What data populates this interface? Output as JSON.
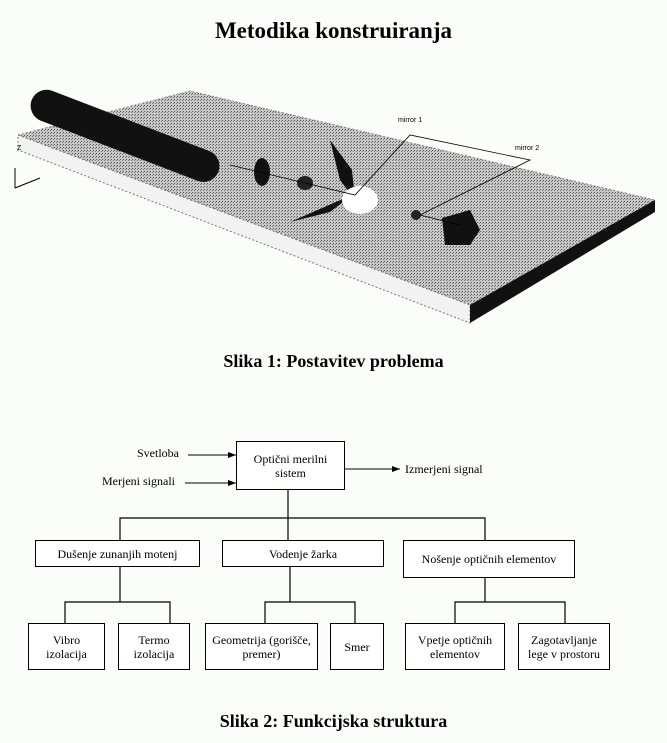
{
  "title": "Metodika konstruiranja",
  "figure1": {
    "caption": "Slika 1: Postavitev problema",
    "labels": {
      "mirror1": "mirror 1",
      "mirror2": "mirror 2",
      "axis_z": "Z"
    }
  },
  "figure2": {
    "caption": "Slika 2: Funkcijska struktura",
    "inputs": [
      "Svetloba",
      "Merjeni signali"
    ],
    "output": "Izmerjeni signal",
    "root": "Optični merilni sistem",
    "functions": [
      {
        "label": "Dušenje zunanjih motenj",
        "children": [
          "Vibro izolacija",
          "Termo izolacija"
        ]
      },
      {
        "label": "Vodenje žarka",
        "children": [
          "Geometrija (gorišče, premer)",
          "Smer"
        ]
      },
      {
        "label": "Nošenje optičnih elementov",
        "children": [
          "Vpetje optičnih elementov",
          "Zagotavljanje lege v prostoru"
        ]
      }
    ]
  }
}
